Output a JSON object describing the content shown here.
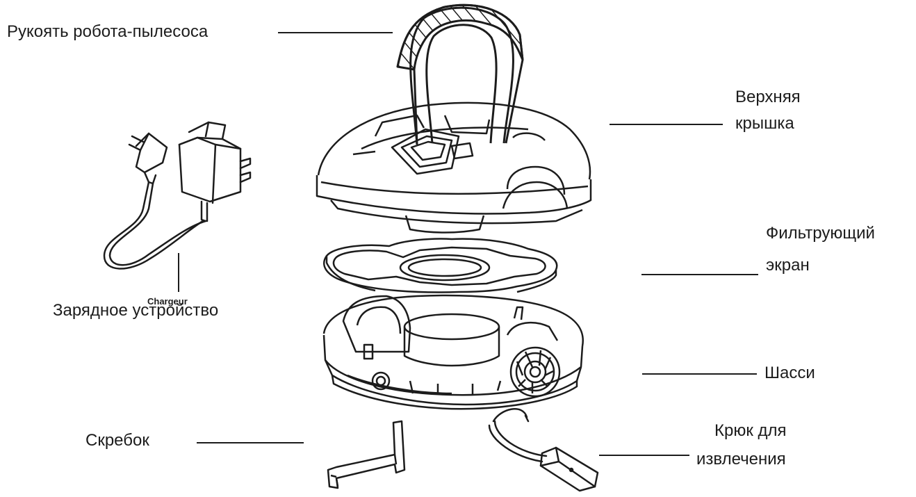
{
  "labels": {
    "handle": "Рукоять робота-пылесоса",
    "top_cover_line1": "Верхняя",
    "top_cover_line2": "крышка",
    "filter_line1": "Фильтрующий",
    "filter_line2": "экран",
    "chassis": "Шасси",
    "hook_line1": "Крюк для",
    "hook_line2": "извлечения",
    "scraper": "Скребок",
    "charger_small": "Chargeur",
    "charger": "Зарядное устройство"
  },
  "colors": {
    "ink": "#1c1c1c",
    "background": "#ffffff"
  },
  "icons": {
    "handle": "handle-illustration",
    "top_cover": "top-cover-illustration",
    "filter": "filter-screen-illustration",
    "chassis": "chassis-illustration",
    "scraper": "scraper-illustration",
    "hook": "hook-illustration",
    "charger": "charger-illustration"
  }
}
